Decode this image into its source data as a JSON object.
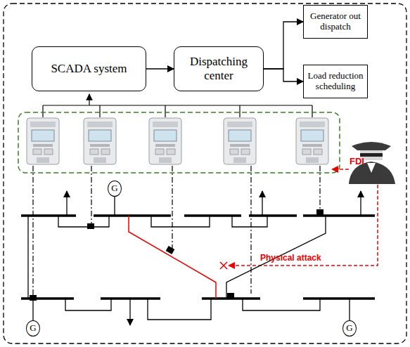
{
  "diagram": {
    "nodes": [
      {
        "text": [
          "SCADA system"
        ]
      },
      {
        "text": [
          "Dispatching center"
        ]
      },
      {
        "text": [
          "Generator out dispatch"
        ]
      },
      {
        "text": [
          "Load reduction scheduling"
        ]
      },
      {
        "text": [
          "G"
        ]
      },
      {
        "text": [
          "G"
        ]
      },
      {
        "text": [
          "G"
        ]
      }
    ],
    "edges": [
      {
        "from": 0,
        "to": 1,
        "arrow": "to"
      },
      {
        "from": 1,
        "to": 2,
        "arrow": "to"
      },
      {
        "from": 1,
        "to": 3,
        "arrow": "to"
      }
    ],
    "labels": [
      "FDI",
      "Physical attack"
    ]
  }
}
